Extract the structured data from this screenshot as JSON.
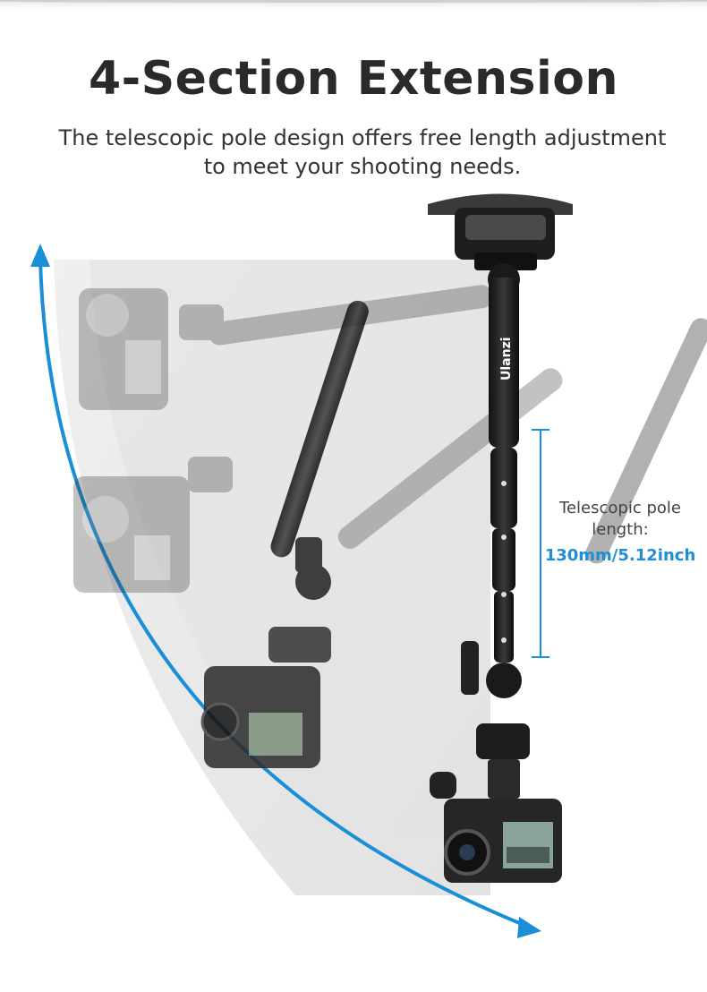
{
  "header": {
    "title": "4-Section Extension",
    "subtitle_line1": "The telescopic pole design offers free length adjustment",
    "subtitle_line2": "to meet your shooting needs."
  },
  "product": {
    "brand_logo_text": "Ulanzi"
  },
  "callout": {
    "label_line1": "Telescopic pole",
    "label_line2": "length:",
    "value": "130mm/5.12inch"
  },
  "colors": {
    "accent": "#1f8ed6",
    "arc": "#1a8fd8",
    "title": "#2a2a2a"
  }
}
